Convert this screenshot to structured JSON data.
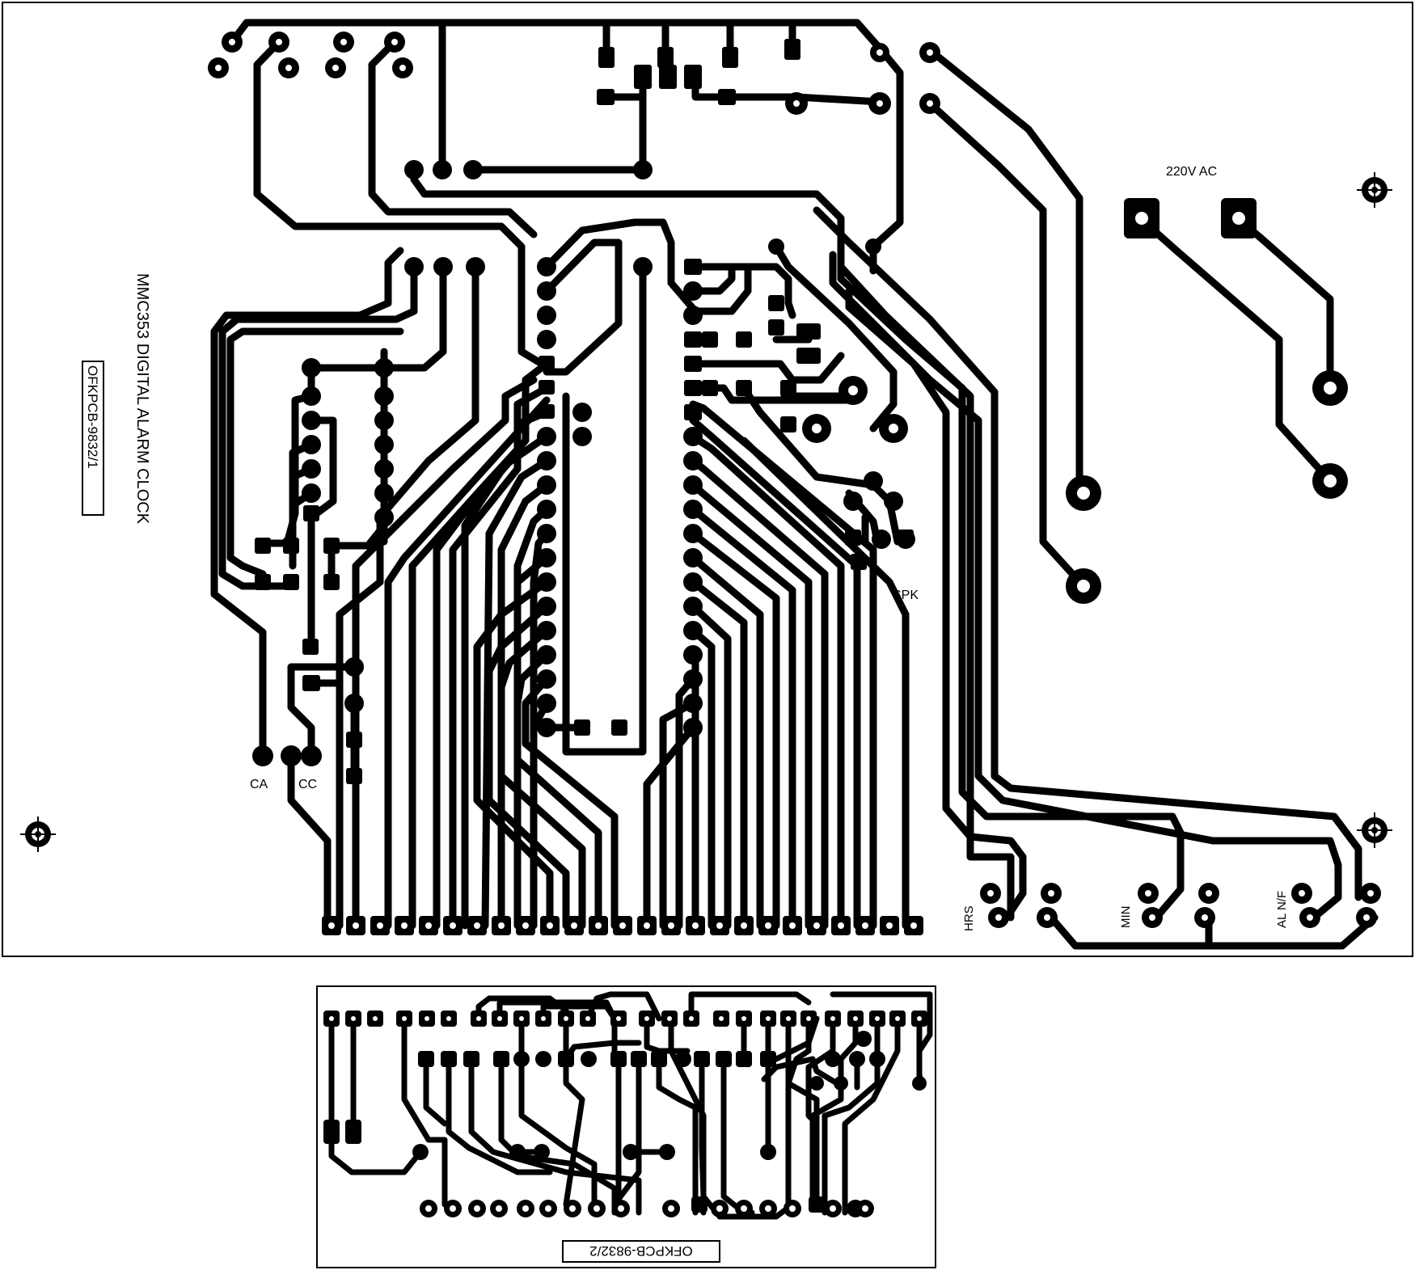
{
  "main_board": {
    "title": "MMC353 DIGITAL ALARM CLOCK",
    "code": "OFKPCB-9832/1",
    "power_label": "220V AC",
    "speaker_label": "SPK",
    "display_labels": [
      "CA",
      "CC"
    ],
    "switch_labels": [
      "HRS",
      "MIN",
      "AL N/F"
    ]
  },
  "display_board": {
    "code": "OFKPCB-9832/2"
  },
  "icons": [
    "mounting-hole-icon"
  ],
  "colors": {
    "copper": "#000000",
    "substrate": "#ffffff"
  }
}
